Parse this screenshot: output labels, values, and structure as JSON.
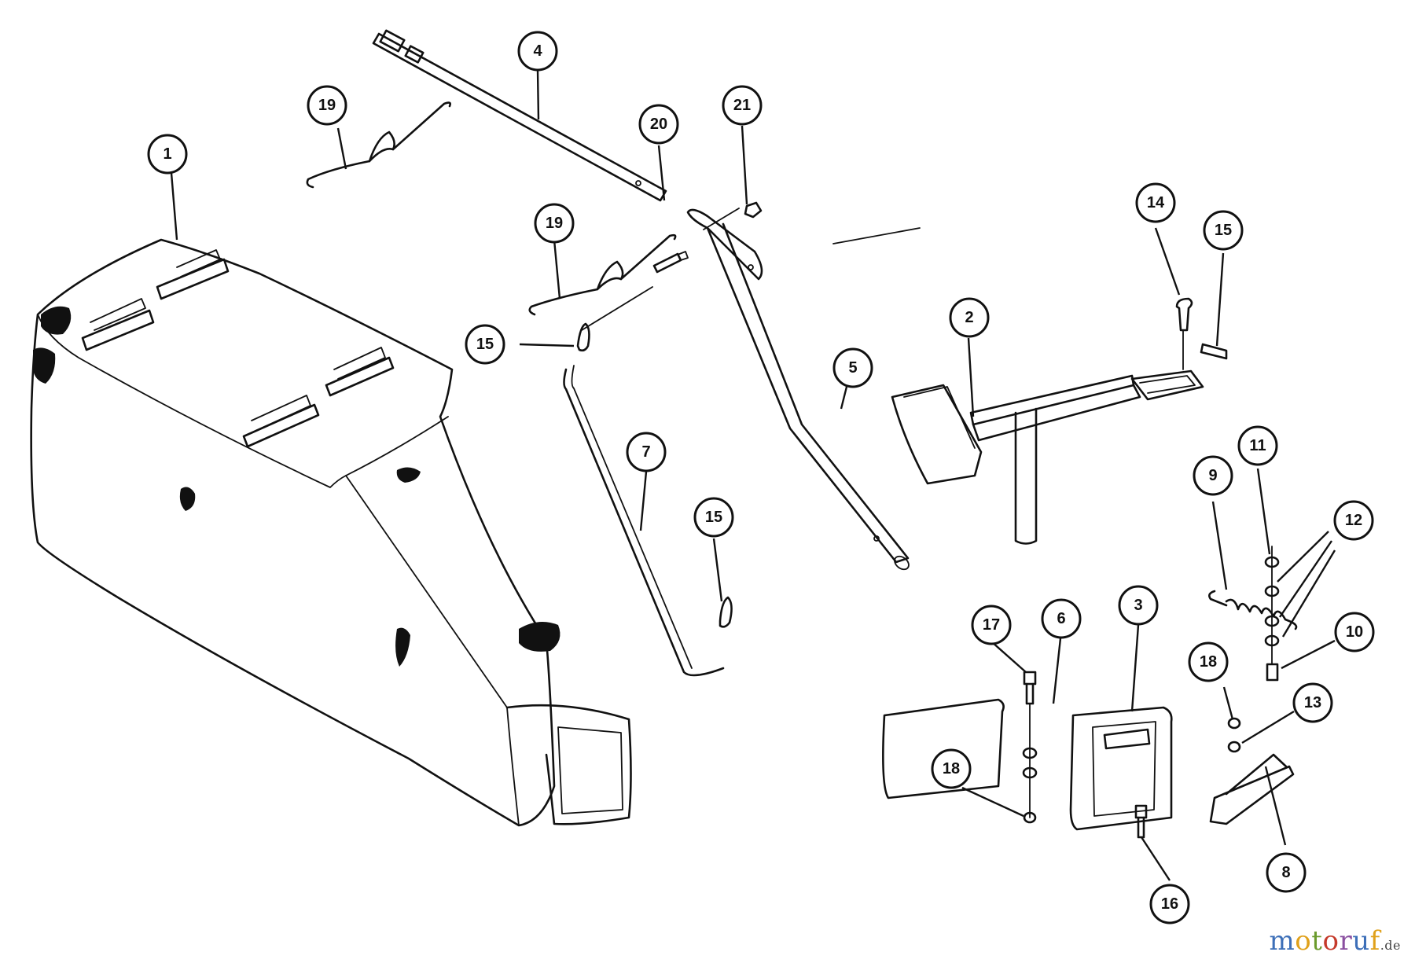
{
  "callouts": {
    "p1": "1",
    "p2": "2",
    "p3": "3",
    "p4": "4",
    "p5": "5",
    "p6": "6",
    "p7": "7",
    "p8": "8",
    "p9": "9",
    "p10": "10",
    "p11": "11",
    "p12": "12",
    "p13": "13",
    "p14": "14",
    "p15a": "15",
    "p15b": "15",
    "p15c": "15",
    "p16": "16",
    "p17": "17",
    "p18a": "18",
    "p18b": "18",
    "p19a": "19",
    "p19b": "19",
    "p20": "20",
    "p21": "21"
  },
  "watermark": {
    "text": "motoruf",
    "suffix": ".de",
    "colors": [
      "#3d6fb8",
      "#e0a11b",
      "#6b9b2d",
      "#c53a2b",
      "#8a4fa0"
    ]
  }
}
